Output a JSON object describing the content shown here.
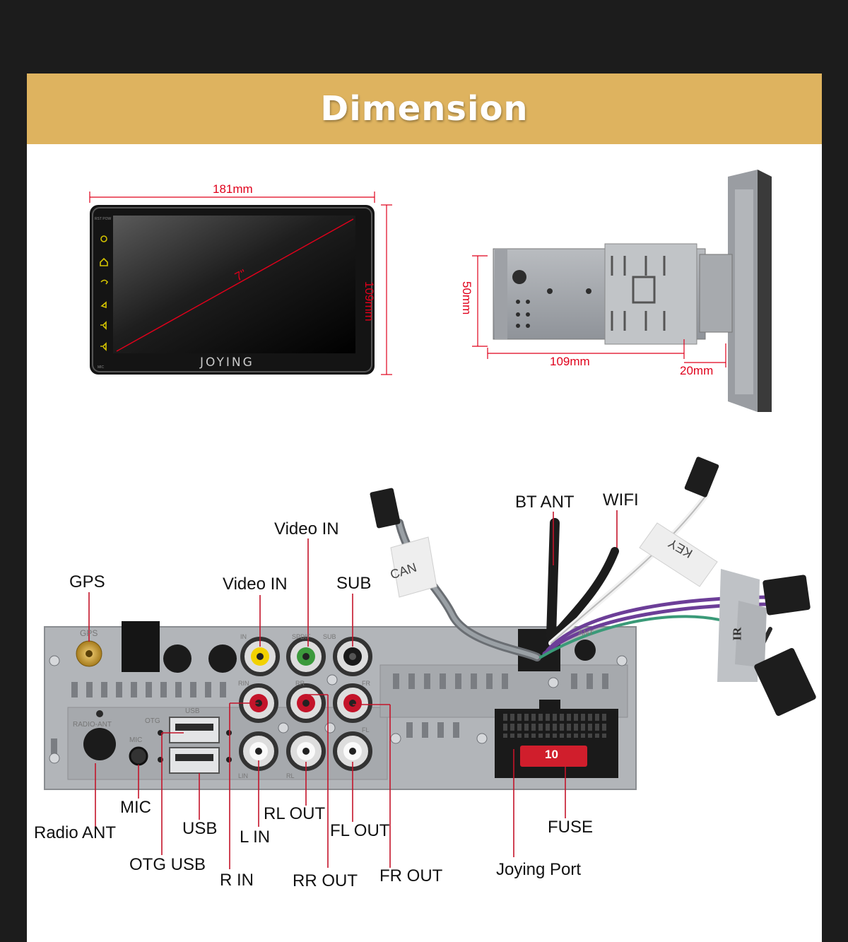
{
  "banner": {
    "title": "Dimension"
  },
  "front_view": {
    "width_label": "181mm",
    "height_label": "109mm",
    "diagonal_label": "7\"",
    "brand": "JOYING",
    "top_small_text": "RST POW",
    "bottom_small_text": "MIC"
  },
  "side_view": {
    "height_label": "50mm",
    "depth_label": "109mm",
    "front_label": "20mm"
  },
  "back_panel": {
    "connector_labels": {
      "can": "CAN",
      "key": "KEY",
      "ir": "IR",
      "fuse_value": "10"
    },
    "silkscreen": {
      "gps": "GPS",
      "radio_ant": "RADIO-ANT",
      "otg": "OTG",
      "usb": "USB",
      "mic": "MIC",
      "in": "IN",
      "spdif": "SPDIF",
      "sub": "SUB",
      "rin": "RIN",
      "rr": "RR",
      "fr": "FR",
      "fl": "FL",
      "lin": "LIN",
      "rl": "RL",
      "ant": "ANT"
    },
    "callouts": {
      "gps": "GPS",
      "video_in_1": "Video IN",
      "video_in_2": "Video IN",
      "sub": "SUB",
      "bt_ant": "BT ANT",
      "wifi": "WIFI",
      "mic": "MIC",
      "radio_ant": "Radio ANT",
      "usb": "USB",
      "otg_usb": "OTG USB",
      "l_in": "L IN",
      "rl_out": "RL OUT",
      "fl_out": "FL OUT",
      "r_in": "R IN",
      "rr_out": "RR OUT",
      "fr_out": "FR OUT",
      "fuse": "FUSE",
      "joying_port": "Joying Port"
    }
  },
  "colors": {
    "banner": "#deb35f",
    "background": "#1c1c1c",
    "dimension_lines": "#e0001b"
  }
}
